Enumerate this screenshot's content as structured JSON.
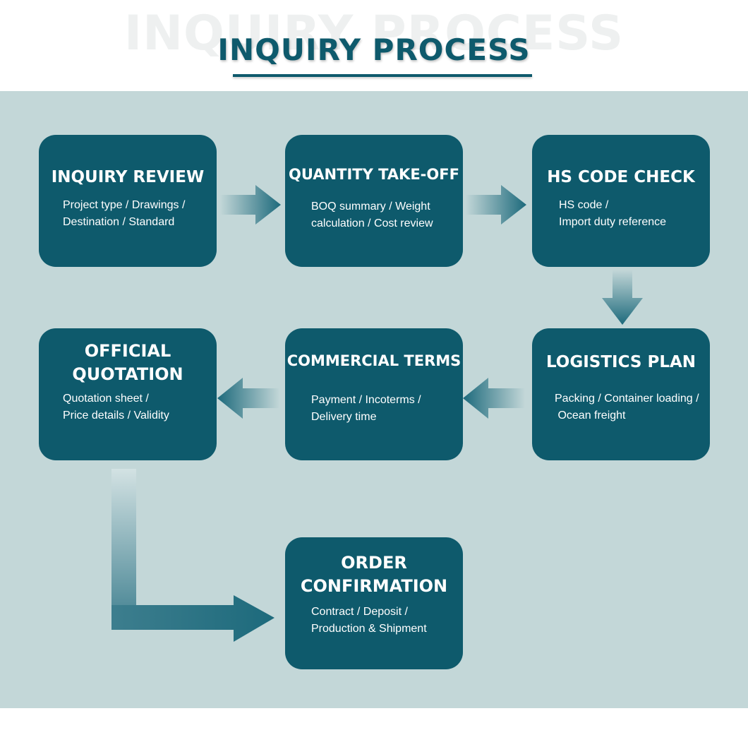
{
  "header": {
    "watermark": "INQUIRY PROCESS",
    "title": "INQUIRY PROCESS"
  },
  "colors": {
    "box": "#0e5a6c",
    "background": "#c3d7d8",
    "arrow_dark": "#1d6a7c"
  },
  "steps": [
    {
      "title": [
        "INQUIRY REVIEW"
      ],
      "desc": [
        "Project type / Drawings /",
        "Destination / Standard"
      ]
    },
    {
      "title": [
        "QUANTITY TAKE-OFF"
      ],
      "desc": [
        "BOQ summary / Weight",
        "calculation / Cost review"
      ]
    },
    {
      "title": [
        "HS CODE CHECK"
      ],
      "desc": [
        "HS code /",
        "Import duty reference"
      ]
    },
    {
      "title": [
        "LOGISTICS PLAN"
      ],
      "desc": [
        "Packing / Container loading /",
        " Ocean freight"
      ]
    },
    {
      "title": [
        "COMMERCIAL TERMS"
      ],
      "desc": [
        "Payment / Incoterms /",
        "Delivery time"
      ]
    },
    {
      "title": [
        "OFFICIAL",
        "QUOTATION"
      ],
      "desc": [
        "Quotation sheet /",
        "Price details / Validity"
      ]
    },
    {
      "title": [
        "ORDER",
        "CONFIRMATION"
      ],
      "desc": [
        "Contract / Deposit /",
        "Production & Shipment"
      ]
    }
  ]
}
